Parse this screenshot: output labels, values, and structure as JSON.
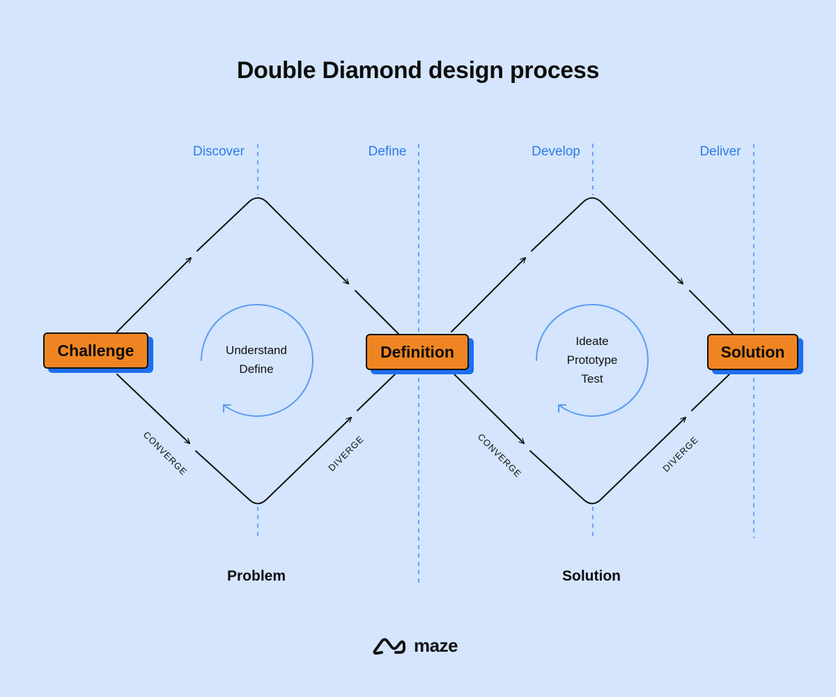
{
  "title": "Double Diamond design process",
  "phases": [
    "Discover",
    "Define",
    "Develop",
    "Deliver"
  ],
  "stages": {
    "challenge": "Challenge",
    "definition": "Definition",
    "solution": "Solution"
  },
  "activities": {
    "problem": [
      "Understand",
      "Define"
    ],
    "solution": [
      "Ideate",
      "Prototype",
      "Test"
    ]
  },
  "edge_labels": {
    "converge": "CONVERGE",
    "diverge": "DIVERGE"
  },
  "spaces": {
    "problem": "Problem",
    "solution": "Solution"
  },
  "brand": {
    "name": "maze",
    "icon": "maze-logo-icon"
  },
  "colors": {
    "background": "#d4e5fd",
    "accent_blue": "#2f7be6",
    "stage_fill": "#ef8522",
    "stage_shadow": "#1d6ff2"
  }
}
